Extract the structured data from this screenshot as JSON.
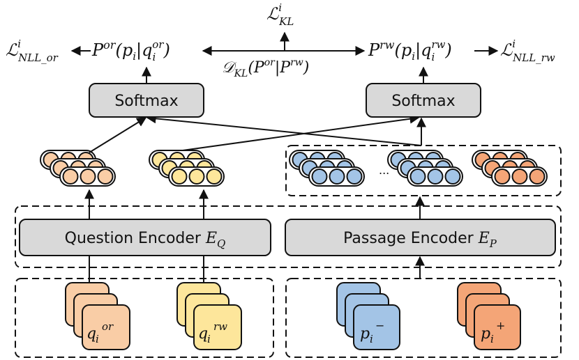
{
  "colors": {
    "box_fill": "#d9d9d9",
    "stroke": "#111111",
    "q_or_fill": "#f9cda6",
    "q_rw_fill": "#fde69b",
    "p_neg_fill": "#a3c4e6",
    "p_pos_fill": "#f4a577",
    "arrow": "#111111"
  },
  "softmax_left": {
    "label": "Softmax"
  },
  "softmax_right": {
    "label": "Softmax"
  },
  "question_encoder": {
    "label": "Question Encoder ",
    "symbol": "E",
    "sub": "Q"
  },
  "passage_encoder": {
    "label": "Passage Encoder ",
    "symbol": "E",
    "sub": "P"
  },
  "loss_kl": {
    "symbol": "ℒ",
    "sup": "i",
    "sub": "KL"
  },
  "loss_nll_or": {
    "symbol": "ℒ",
    "sup": "i",
    "sub": "NLL_or"
  },
  "loss_nll_rw": {
    "symbol": "ℒ",
    "sup": "i",
    "sub": "NLL_rw"
  },
  "prob_or": {
    "P": "P",
    "sup": "or",
    "open": "(",
    "p": "p",
    "p_sub": "i",
    "bar": "|",
    "q": "q",
    "q_sub": "i",
    "q_sup": "or",
    "close": ")"
  },
  "prob_rw": {
    "P": "P",
    "sup": "rw",
    "open": "(",
    "p": "p",
    "p_sub": "i",
    "bar": "|",
    "q": "q",
    "q_sub": "i",
    "q_sup": "rw",
    "close": ")"
  },
  "kl_div": {
    "D": "𝒟",
    "sub": "KL",
    "open": "(",
    "P1": "P",
    "sup1": "or",
    "bar": "|",
    "P2": "P",
    "sup2": "rw",
    "close": ")"
  },
  "input_q_or": {
    "base": "q",
    "sub": "i",
    "sup": "or"
  },
  "input_q_rw": {
    "base": "q",
    "sub": "i",
    "sup": "rw"
  },
  "input_p_neg": {
    "base": "p",
    "sub": "i",
    "sup": "−"
  },
  "input_p_pos": {
    "base": "p",
    "sub": "i",
    "sup": "+"
  },
  "ellipsis": "..."
}
